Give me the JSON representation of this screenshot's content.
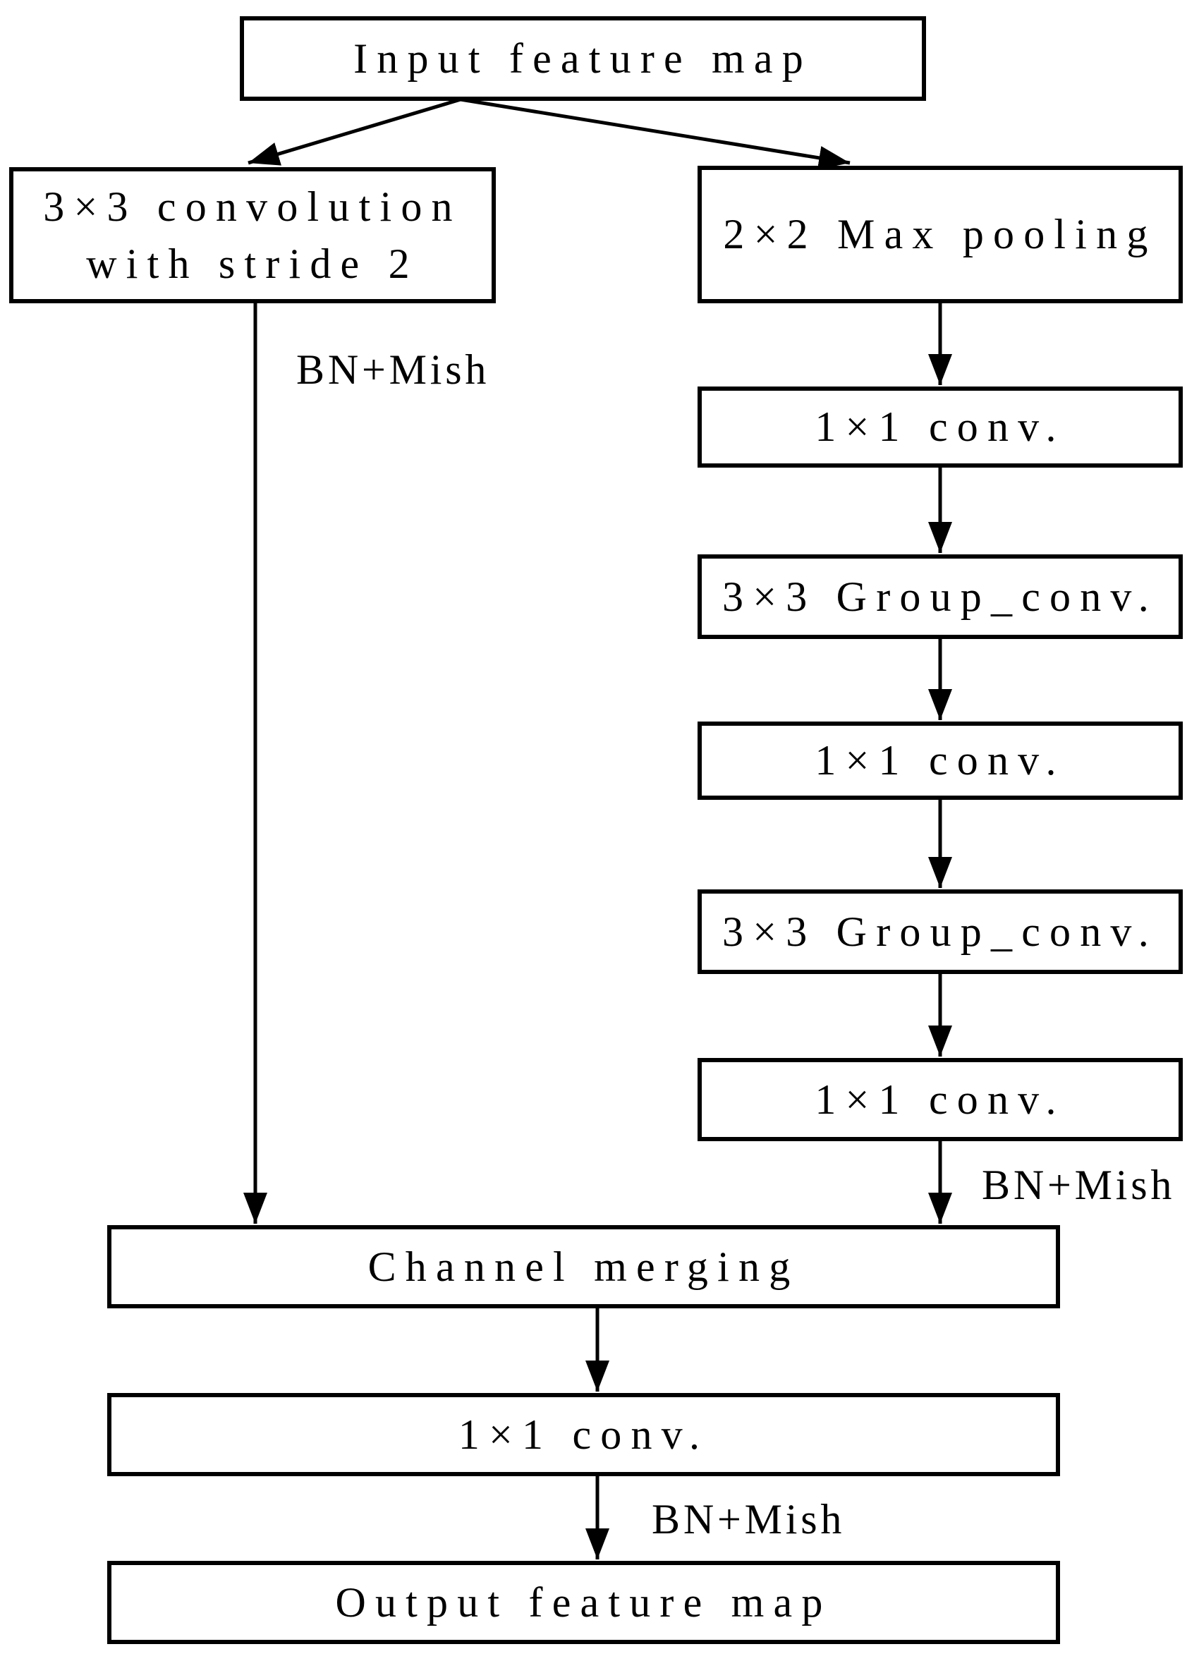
{
  "diagram": {
    "description": "Flowchart of a downsampling block: input feature map split into a strided convolution branch and a max-pooling + group-convolution branch, merged and projected to the output feature map",
    "colors": {
      "line": "#000000",
      "box_background": "#ffffff",
      "text": "#000000"
    },
    "nodes": [
      {
        "id": "input",
        "label": "Input feature map"
      },
      {
        "id": "stride",
        "label_line1": "3×3 convolution",
        "label_line2": "with stride 2"
      },
      {
        "id": "maxpool",
        "label": "2×2 Max pooling"
      },
      {
        "id": "conv1",
        "label": "1×1 conv."
      },
      {
        "id": "group1",
        "label": "3×3 Group_conv."
      },
      {
        "id": "conv2",
        "label": "1×1 conv."
      },
      {
        "id": "group2",
        "label": "3×3 Group_conv."
      },
      {
        "id": "conv3",
        "label": "1×1 conv."
      },
      {
        "id": "merge",
        "label": "Channel merging"
      },
      {
        "id": "conv4",
        "label": "1×1 conv."
      },
      {
        "id": "output",
        "label": "Output feature map"
      }
    ],
    "edges": [
      {
        "from": "input",
        "to": "stride",
        "label": ""
      },
      {
        "from": "input",
        "to": "maxpool",
        "label": ""
      },
      {
        "from": "maxpool",
        "to": "conv1",
        "label": ""
      },
      {
        "from": "conv1",
        "to": "group1",
        "label": ""
      },
      {
        "from": "group1",
        "to": "conv2",
        "label": ""
      },
      {
        "from": "conv2",
        "to": "group2",
        "label": ""
      },
      {
        "from": "group2",
        "to": "conv3",
        "label": ""
      },
      {
        "from": "conv3",
        "to": "merge",
        "label": "BN+Mish"
      },
      {
        "from": "stride",
        "to": "merge",
        "label": "BN+Mish"
      },
      {
        "from": "merge",
        "to": "conv4",
        "label": ""
      },
      {
        "from": "conv4",
        "to": "output",
        "label": "BN+Mish"
      }
    ]
  }
}
